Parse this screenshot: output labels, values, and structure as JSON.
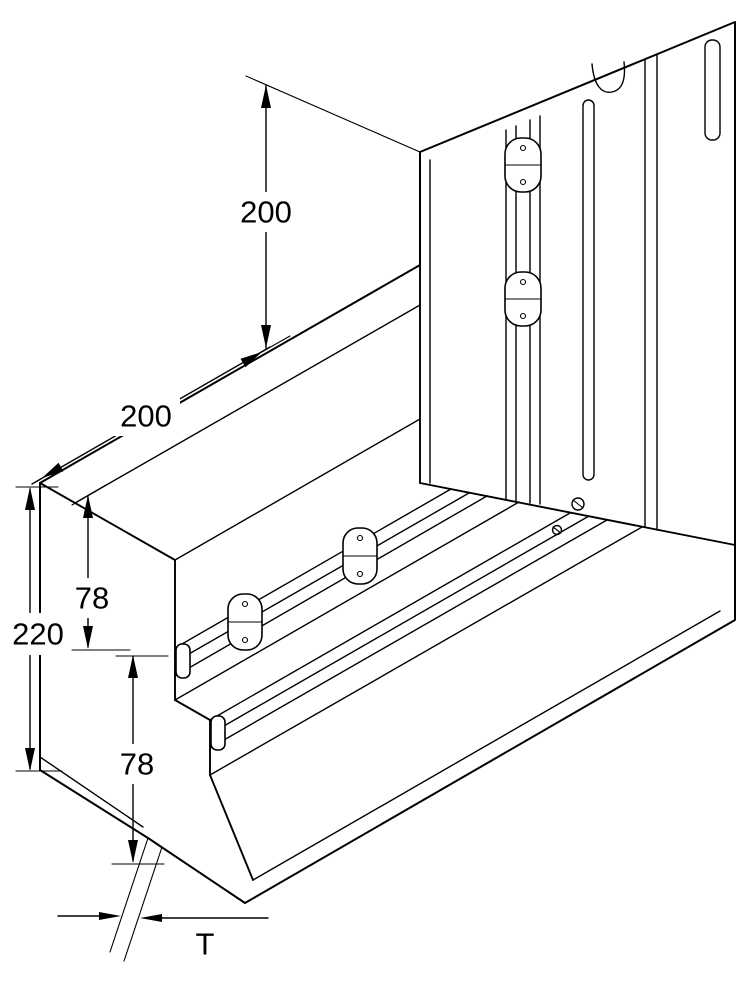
{
  "figure": {
    "kind": "technical line drawing",
    "subject": "cable-trunking flat angle corner piece, isometric view with retaining clips",
    "background_color": "#ffffff",
    "line_color": "#000000"
  },
  "dimension_labels": {
    "vertical_arm_length": "200",
    "diagonal_arm_length": "200",
    "profile_width": "220",
    "upper_compartment": "78",
    "lower_compartment": "78",
    "wall_thickness": "T"
  }
}
